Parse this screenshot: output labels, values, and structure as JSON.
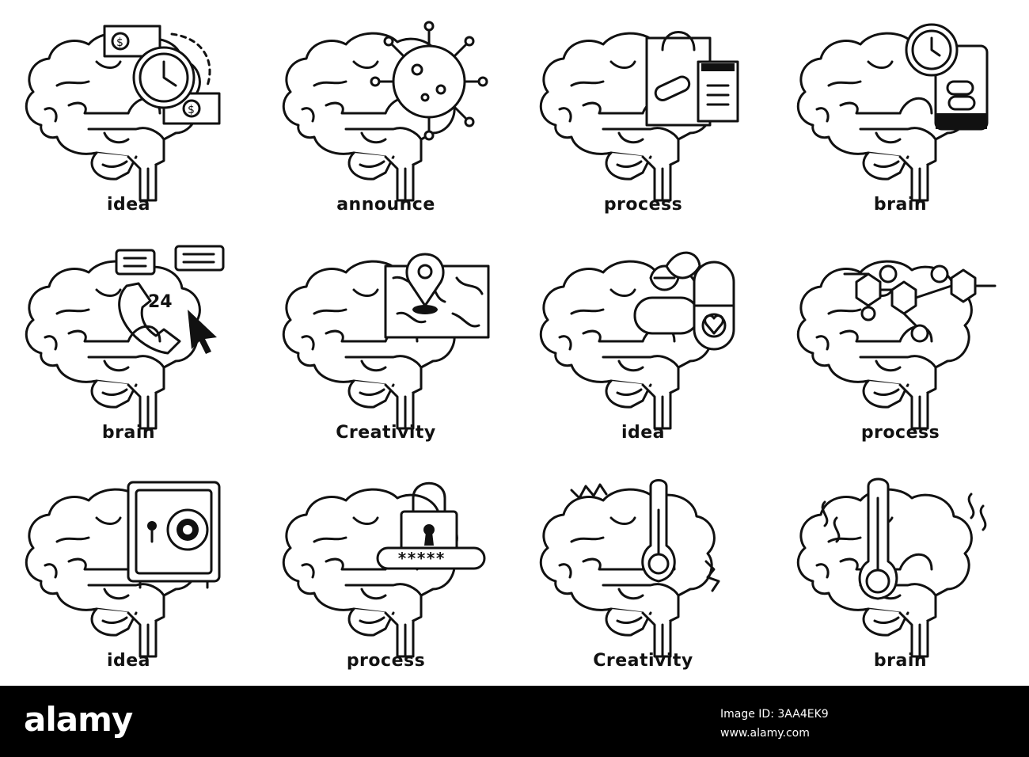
{
  "icons": [
    {
      "label": "idea",
      "overlay": "money-clock-icon"
    },
    {
      "label": "announce",
      "overlay": "virus-icon"
    },
    {
      "label": "process",
      "overlay": "pharmacy-bag-icon"
    },
    {
      "label": "brain",
      "overlay": "clock-pills-icon"
    },
    {
      "label": "brain",
      "overlay": "phone-support-24-icon",
      "badge": "24"
    },
    {
      "label": "Creativity",
      "overlay": "map-pin-icon"
    },
    {
      "label": "idea",
      "overlay": "leaf-capsule-icon"
    },
    {
      "label": "process",
      "overlay": "molecule-icon"
    },
    {
      "label": "idea",
      "overlay": "safe-icon"
    },
    {
      "label": "process",
      "overlay": "padlock-password-icon",
      "password": "*****"
    },
    {
      "label": "Creativity",
      "overlay": "thermometer-shock-icon"
    },
    {
      "label": "brain",
      "overlay": "thermometer-heat-icon"
    }
  ],
  "footer": {
    "logo": "alamy",
    "image_id": "Image ID: 3AA4EK9",
    "url": "www.alamy.com"
  }
}
